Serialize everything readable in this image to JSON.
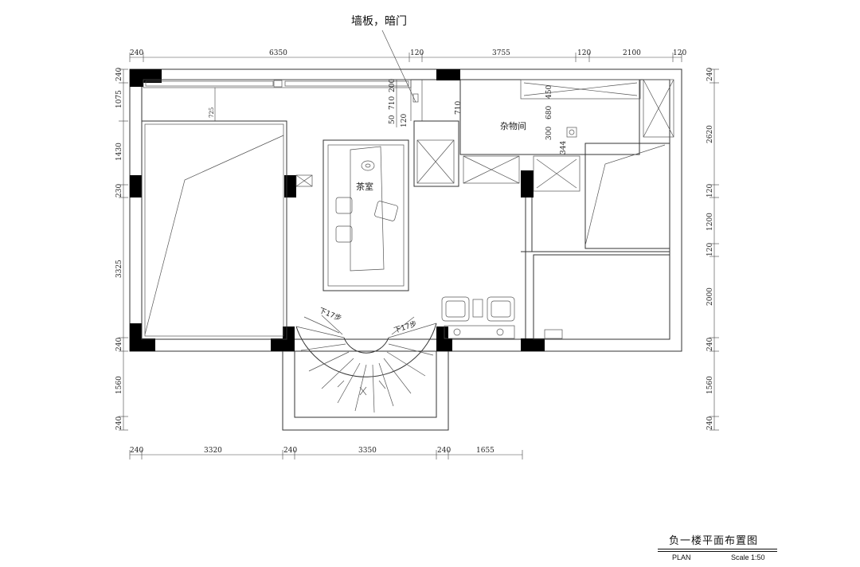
{
  "annotation": {
    "wall_panel_door": "墙板，暗门"
  },
  "rooms": {
    "tea_room": "茶室",
    "storage_room": "杂物间"
  },
  "stairs": {
    "down_left": "下17步",
    "down_right": "下17步"
  },
  "dimensions": {
    "top": [
      "240",
      "6350",
      "120",
      "3755",
      "120",
      "2100",
      "120"
    ],
    "bottom": [
      "240",
      "3320",
      "240",
      "3350",
      "240",
      "1655"
    ],
    "left": [
      "240",
      "1075",
      "1430",
      "230",
      "3325",
      "240",
      "1560",
      "240"
    ],
    "right": [
      "240",
      "2620",
      "120",
      "1200",
      "120",
      "2000",
      "240",
      "1560",
      "240"
    ],
    "inner_725": "725",
    "inner_vertical": [
      "50",
      "710",
      "200",
      "120"
    ],
    "inner_710": "710",
    "inner_storage": [
      "450",
      "680",
      "300",
      "344"
    ]
  },
  "title_block": {
    "title": "负一楼平面布置图",
    "plan_label": "PLAN",
    "scale_label": "Scale 1:50"
  }
}
